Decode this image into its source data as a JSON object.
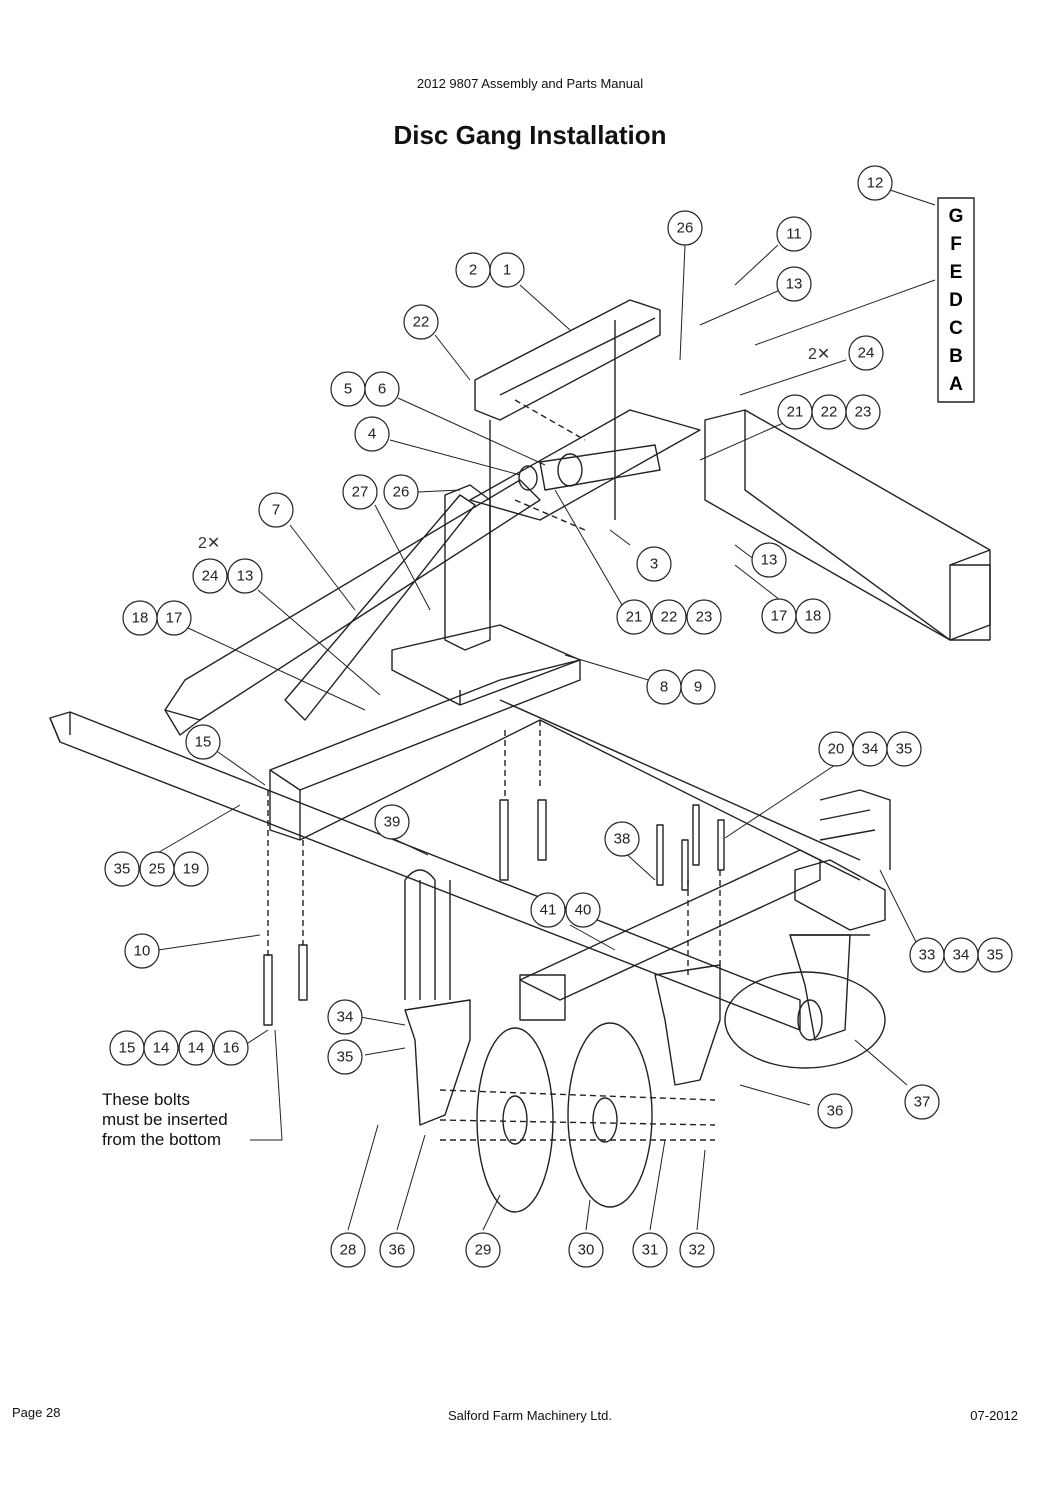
{
  "header": {
    "manual_title": "2012 9807 Assembly and Parts Manual"
  },
  "title": "Disc Gang Installation",
  "position_scale": {
    "letters": [
      "G",
      "F",
      "E",
      "D",
      "C",
      "B",
      "A"
    ]
  },
  "callouts": {
    "c12": "12",
    "c26a": "26",
    "c11": "11",
    "c2": "2",
    "c1": "1",
    "c13a": "13",
    "c22a": "22",
    "c24a": "24",
    "c5": "5",
    "c6": "6",
    "c21a": "21",
    "c22b": "22",
    "c23a": "23",
    "c4": "4",
    "c27": "27",
    "c26b": "26",
    "c7": "7",
    "c3": "3",
    "c13b": "13",
    "c24b": "24",
    "c13c": "13",
    "c18a": "18",
    "c17a": "17",
    "c21b": "21",
    "c22c": "22",
    "c23b": "23",
    "c17b": "17",
    "c18b": "18",
    "c8": "8",
    "c9": "9",
    "c15a": "15",
    "c20": "20",
    "c34a": "34",
    "c35a": "35",
    "c39": "39",
    "c38": "38",
    "c35b": "35",
    "c25": "25",
    "c19": "19",
    "c41": "41",
    "c40": "40",
    "c10": "10",
    "c33": "33",
    "c34b": "34",
    "c35c": "35",
    "c34c": "34",
    "c35d": "35",
    "c15b": "15",
    "c14a": "14",
    "c14b": "14",
    "c16": "16",
    "c37": "37",
    "c36a": "36",
    "c28": "28",
    "c36b": "36",
    "c29": "29",
    "c30": "30",
    "c31": "31",
    "c32": "32"
  },
  "multiplier_a": "2✕",
  "multiplier_b": "2✕",
  "note": {
    "line1": "These bolts",
    "line2": "must be inserted",
    "line3": "from the bottom"
  },
  "footer": {
    "page": "Page 28",
    "company": "Salford Farm Machinery Ltd.",
    "date": "07-2012"
  }
}
